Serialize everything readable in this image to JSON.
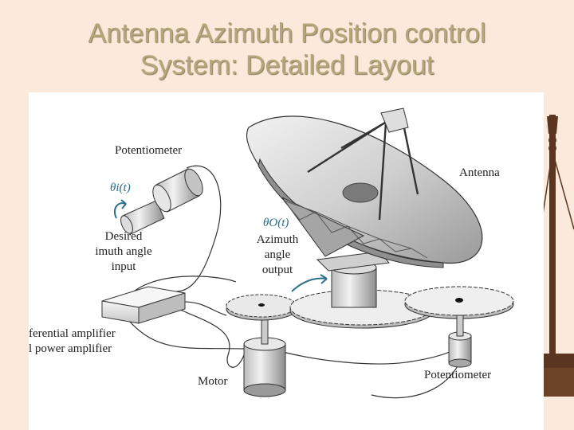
{
  "slide": {
    "title_line1": "Antenna Azimuth Position control",
    "title_line2": "System: Detailed Layout"
  },
  "figure": {
    "labels": {
      "potentiometer_input": "Potentiometer",
      "theta_i": "θi(t)",
      "desired_line1": "Desired",
      "desired_line2": "imuth angle",
      "desired_line3": "input",
      "theta_o": "θO(t)",
      "azimuth_line1": "Azimuth",
      "azimuth_line2": "angle",
      "azimuth_line3": "output",
      "antenna": "Antenna",
      "amplifier_line1": "ferential amplifier",
      "amplifier_line2": "l power amplifier",
      "motor": "Motor",
      "potentiometer_output": "Potentiometer"
    }
  },
  "colors": {
    "background": "#fbe9dc",
    "title": "#b5a67c",
    "accent_label": "#2a6f8a",
    "decor": "#5a3520"
  }
}
